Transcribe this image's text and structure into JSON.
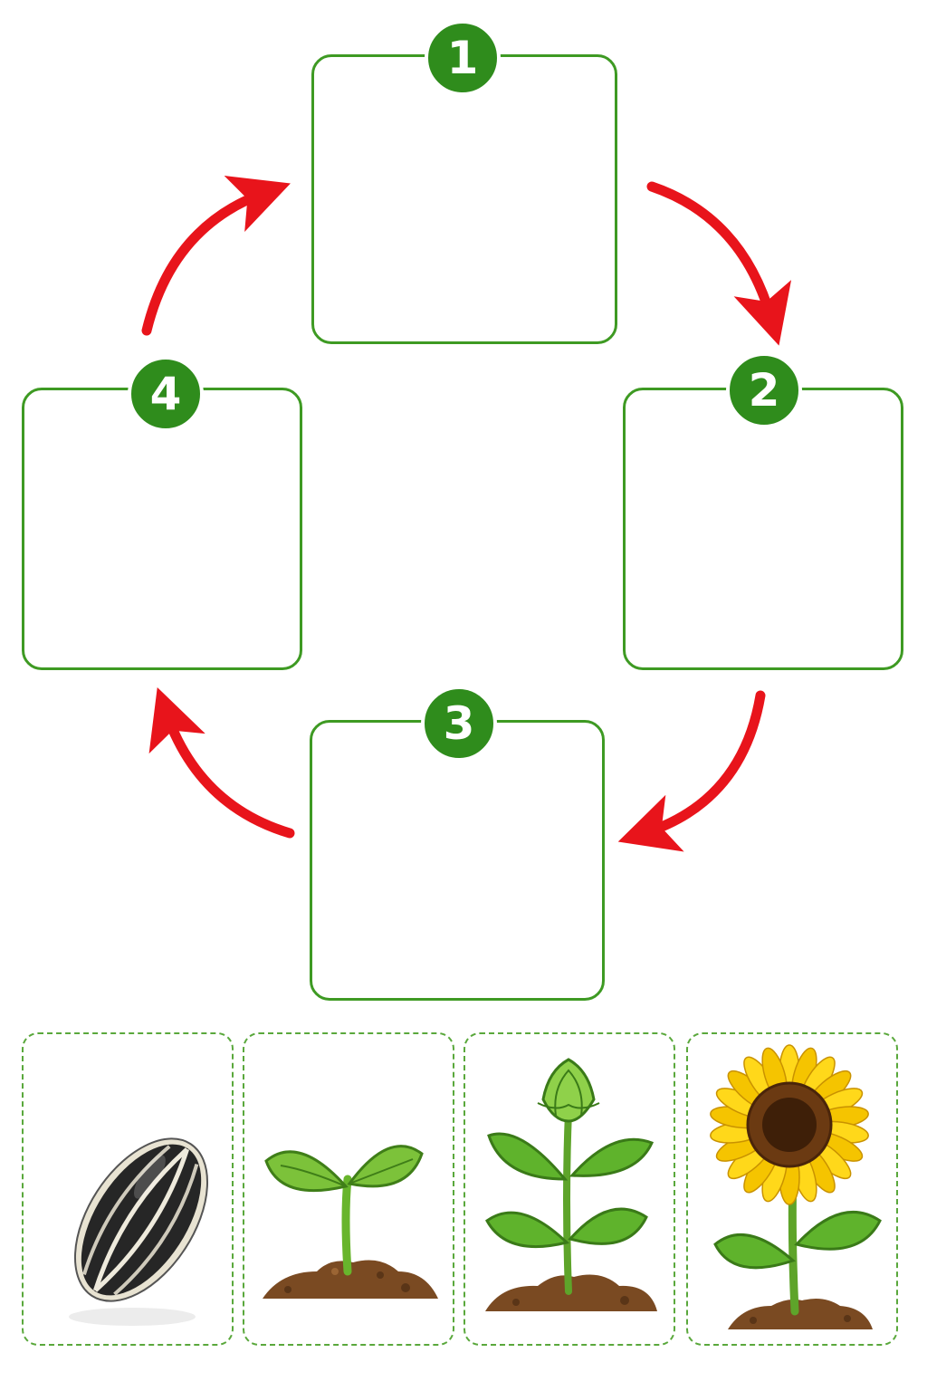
{
  "cycle": {
    "steps": [
      {
        "number": "1"
      },
      {
        "number": "2"
      },
      {
        "number": "3"
      },
      {
        "number": "4"
      }
    ]
  },
  "colors": {
    "box_border": "#3e9a23",
    "badge_fill": "#2f8c1c",
    "arrow": "#e8141b",
    "card_border": "#5aa83c"
  },
  "cards": [
    {
      "icon": "sunflower-seed-icon"
    },
    {
      "icon": "seedling-icon"
    },
    {
      "icon": "budding-plant-icon"
    },
    {
      "icon": "sunflower-icon"
    }
  ]
}
